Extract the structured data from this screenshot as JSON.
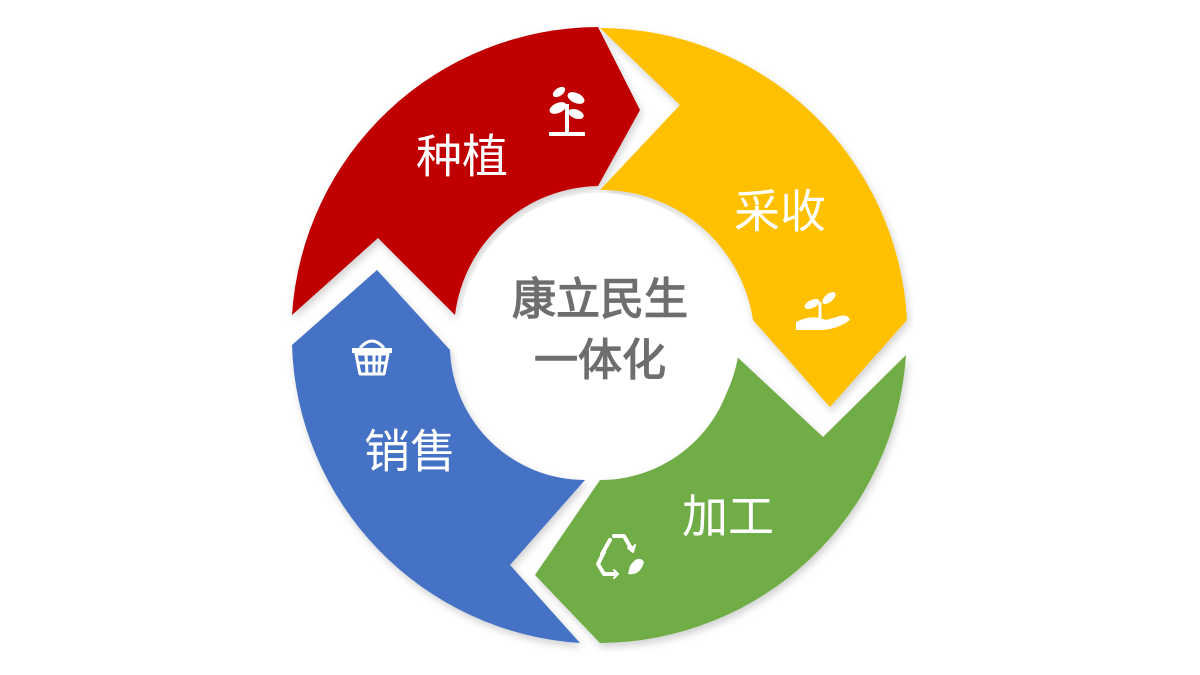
{
  "center": {
    "line1": "康立民生",
    "line2": "一体化"
  },
  "segments": [
    {
      "id": "planting",
      "label": "种植",
      "icon": "sprout-icon",
      "color": "#c00000"
    },
    {
      "id": "harvest",
      "label": "采收",
      "icon": "hand-sprout-icon",
      "color": "#ffc000"
    },
    {
      "id": "processing",
      "label": "加工",
      "icon": "recycle-leaf-icon",
      "color": "#70ad47"
    },
    {
      "id": "sales",
      "label": "销售",
      "icon": "basket-icon",
      "color": "#4472c4"
    }
  ]
}
